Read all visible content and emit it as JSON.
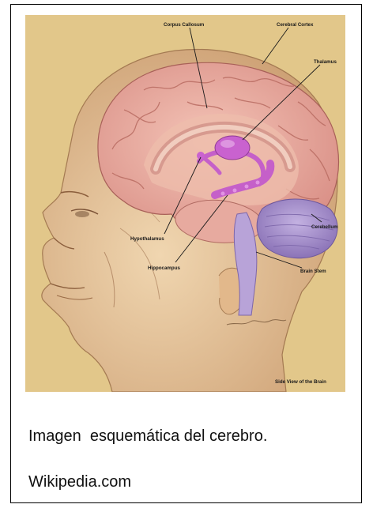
{
  "figure": {
    "labels": {
      "corpus_callosum": "Corpus Callosum",
      "cerebral_cortex": "Cerebral Cortex",
      "thalamus": "Thalamus",
      "hypothalamus": "Hypothalamus",
      "hippocampus": "Hippocampus",
      "cerebellum": "Cerebellum",
      "brain_stem": "Brain Stem",
      "view_caption": "Side View of the Brain"
    },
    "colors": {
      "background": "#e6cd8f",
      "cortex": "#e7a29a",
      "limbic": "#c560c9",
      "cerebellum": "#a78ac8",
      "skin": "#e9c9a0"
    }
  },
  "caption": "Imagen  esquemática del cerebro.",
  "source": "Wikipedia.com"
}
